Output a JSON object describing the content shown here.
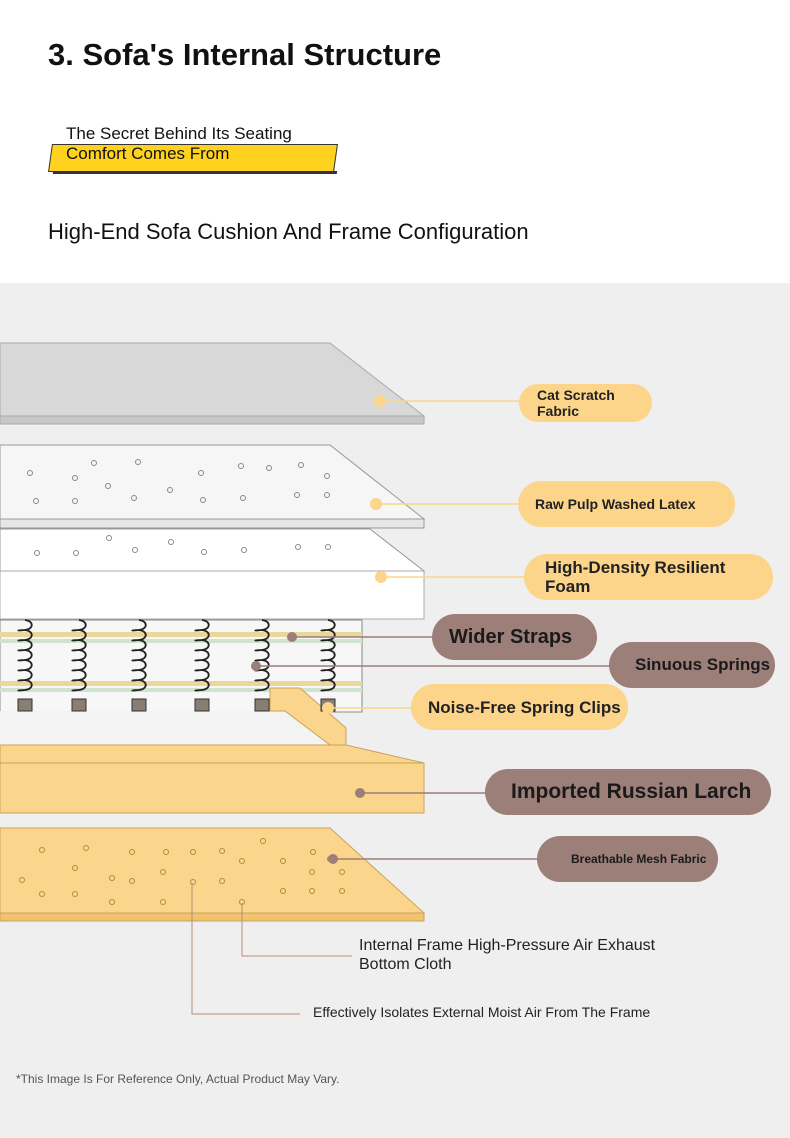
{
  "header": {
    "title": "3. Sofa's Internal Structure",
    "subtitle": "The Secret Behind Its Seating Comfort Comes From",
    "section_heading": "High-End Sofa Cushion And Frame Configuration"
  },
  "layers": [
    {
      "label": "Cat Scratch Fabric"
    },
    {
      "label": "Raw Pulp Washed Latex"
    },
    {
      "label": "High-Density Resilient Foam"
    },
    {
      "label": "Wider Straps"
    },
    {
      "label": "Sinuous Springs"
    },
    {
      "label": "Noise-Free Spring Clips"
    },
    {
      "label": "Imported Russian Larch"
    },
    {
      "label": "Breathable Mesh Fabric"
    }
  ],
  "notes": {
    "exhaust_cloth": "Internal Frame High-Pressure Air Exhaust Bottom Cloth",
    "isolation": "Effectively Isolates External Moist Air From The Frame"
  },
  "footnote": "*This Image Is For Reference Only, Actual Product May Vary.",
  "colors": {
    "accent_yellow": "#ffd21f",
    "label_yellow": "#fcd48a",
    "label_brown": "#9b7f78",
    "wood": "#fbd58b",
    "background_panel": "#efefef"
  }
}
